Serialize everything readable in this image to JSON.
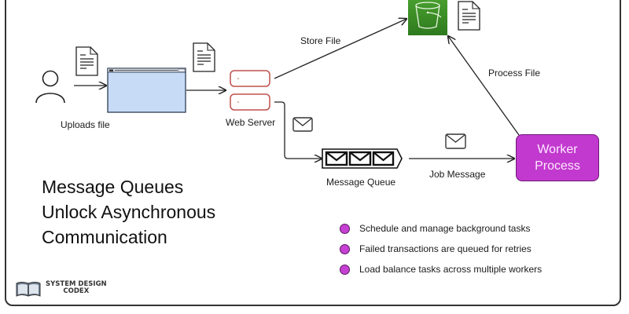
{
  "diagram": {
    "nodes": {
      "user": {
        "label": "Uploads file",
        "icon": "user-icon"
      },
      "browser": {
        "icon": "browser-window-icon",
        "color": "#c7dbf7"
      },
      "web_server": {
        "label": "Web Server",
        "icon": "server-icon",
        "color": "#c0504d"
      },
      "storage": {
        "icon": "bucket-icon",
        "color": "#3f8f2a"
      },
      "message_queue": {
        "label": "Message Queue",
        "icon": "queue-icon"
      },
      "worker": {
        "line1": "Worker",
        "line2": "Process",
        "color": "#c239cf"
      }
    },
    "edges": {
      "store_file": "Store File",
      "process_file": "Process File",
      "job_message": "Job Message"
    }
  },
  "headline": {
    "line1": "Message Queues",
    "line2": "Unlock Asynchronous",
    "line3": "Communication"
  },
  "bullets": [
    {
      "text": "Schedule and manage background tasks"
    },
    {
      "text": "Failed transactions are queued for retries"
    },
    {
      "text": "Load balance tasks across multiple workers"
    }
  ],
  "bullet_color": "#c640d3",
  "logo": {
    "line1": "SYSTEM DESIGN",
    "line2": "CODEX",
    "icon": "open-book-icon"
  }
}
